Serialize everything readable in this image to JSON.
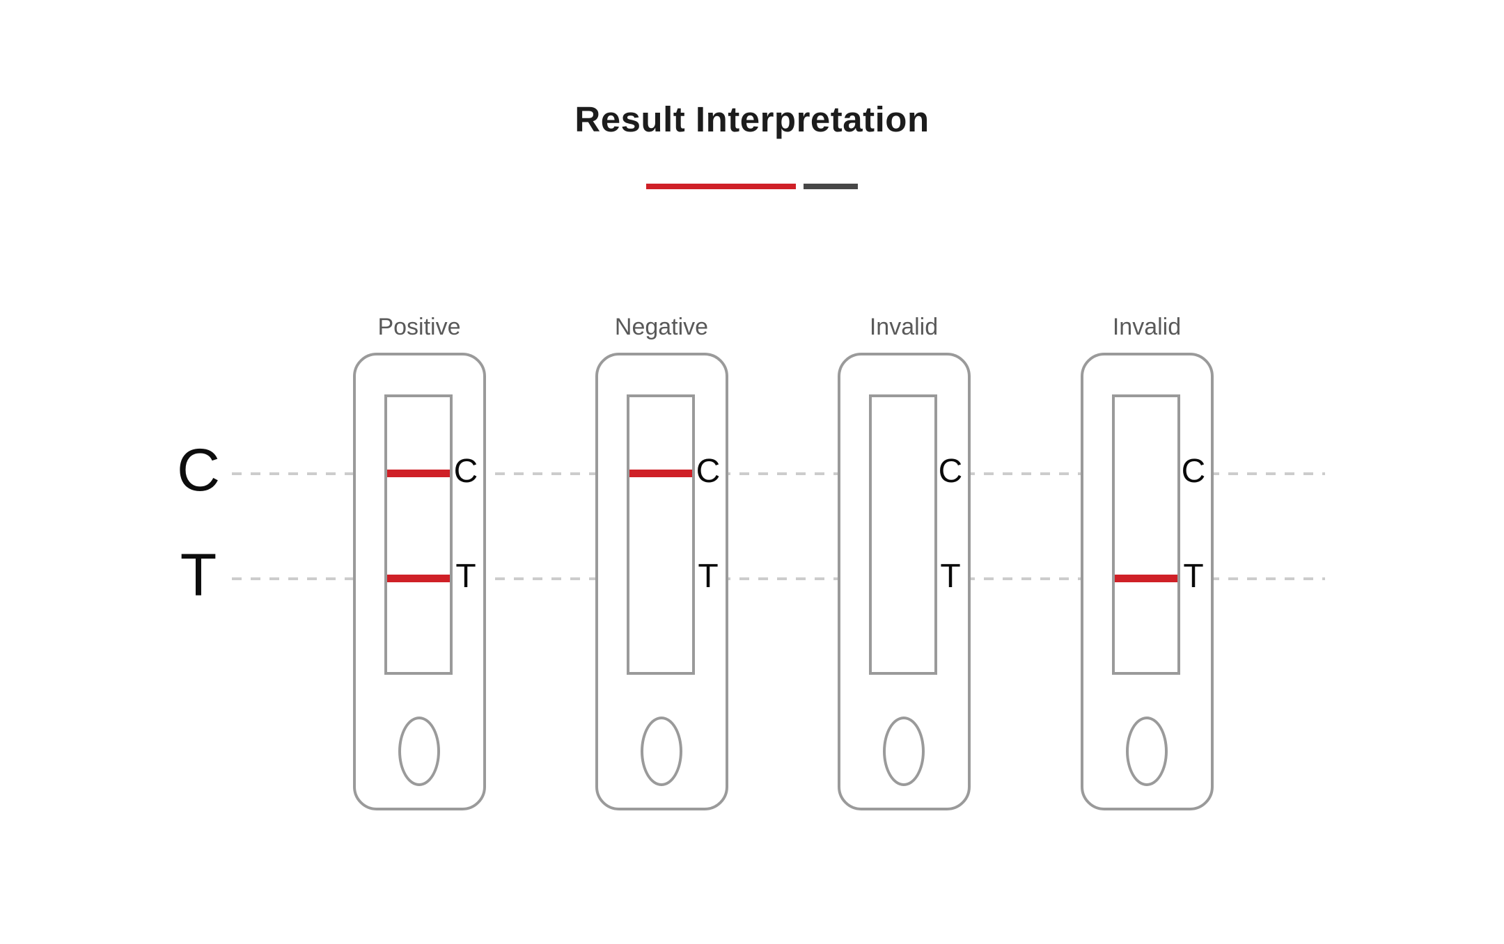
{
  "title": "Result Interpretation",
  "colors": {
    "red": "#cf2027",
    "dark": "#474747",
    "casing": "#9a9a9a",
    "dash": "#cccccc",
    "label_text": "#595959"
  },
  "row_labels": {
    "control": "C",
    "test": "T"
  },
  "band_labels": {
    "control": "C",
    "test": "T"
  },
  "cassettes": [
    {
      "label": "Positive",
      "control_band": true,
      "test_band": true
    },
    {
      "label": "Negative",
      "control_band": true,
      "test_band": false
    },
    {
      "label": "Invalid",
      "control_band": false,
      "test_band": false
    },
    {
      "label": "Invalid",
      "control_band": false,
      "test_band": true
    }
  ]
}
